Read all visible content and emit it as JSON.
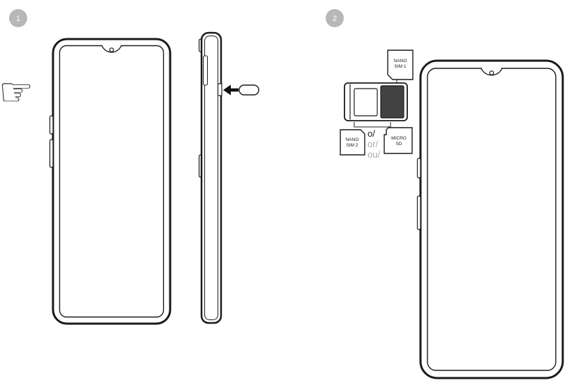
{
  "steps": {
    "step1": {
      "badge_number": "1"
    },
    "step2": {
      "badge_number": "2"
    }
  },
  "icons": {
    "pointing_hand": "☞"
  },
  "cards": {
    "nano_sim_1": {
      "line1": "NANO",
      "line2": "SIM 1"
    },
    "nano_sim_2": {
      "line1": "NANO",
      "line2": "SIM 2"
    },
    "micro_sd": {
      "line1": "MICRO",
      "line2": "SD"
    }
  },
  "alternatives": {
    "items": [
      "o/",
      "or/",
      "ou/"
    ]
  },
  "colors": {
    "background": "#ffffff",
    "outline": "#1a1a1a",
    "badge_fill": "#b7b7b7",
    "muted_text": "#a9a9a9",
    "sim_slot_fill": "#424242",
    "arrow_fill": "#111111"
  }
}
